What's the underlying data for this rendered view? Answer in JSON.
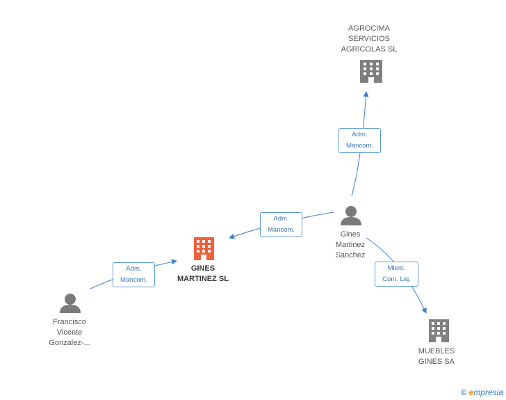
{
  "nodes": {
    "agrocima": {
      "label_lines": [
        "AGROCIMA",
        "SERVICIOS",
        "AGRICOLAS SL"
      ],
      "icon": "building-icon"
    },
    "gines_martinez_sl": {
      "label_lines": [
        "GINES",
        "MARTINEZ SL"
      ],
      "icon": "building-icon"
    },
    "muebles": {
      "label_lines": [
        "MUEBLES",
        "GINES SA"
      ],
      "icon": "building-icon"
    },
    "gines_person": {
      "label_lines": [
        "Gines",
        "Martinez",
        "Sanchez"
      ],
      "icon": "person-icon"
    },
    "francisco": {
      "label_lines": [
        "Francisco",
        "Vicente",
        "Gonzalez-..."
      ],
      "icon": "person-icon"
    }
  },
  "edges": {
    "gines_to_agrocima": {
      "lines": [
        "Adm.",
        "Mancom."
      ]
    },
    "gines_to_sl": {
      "lines": [
        "Adm.",
        "Mancom."
      ]
    },
    "francisco_to_sl": {
      "lines": [
        "Adm.",
        "Mancom."
      ]
    },
    "gines_to_muebles": {
      "lines": [
        "Miem.",
        "Com. Liq."
      ]
    }
  },
  "colors": {
    "edge": "#3a7fd0",
    "company_icon": "#808080",
    "focus_icon": "#f0603a",
    "person_icon": "#7a7a7a"
  },
  "brand": {
    "copyright": "©",
    "initial": "e",
    "rest": "mpresia"
  }
}
